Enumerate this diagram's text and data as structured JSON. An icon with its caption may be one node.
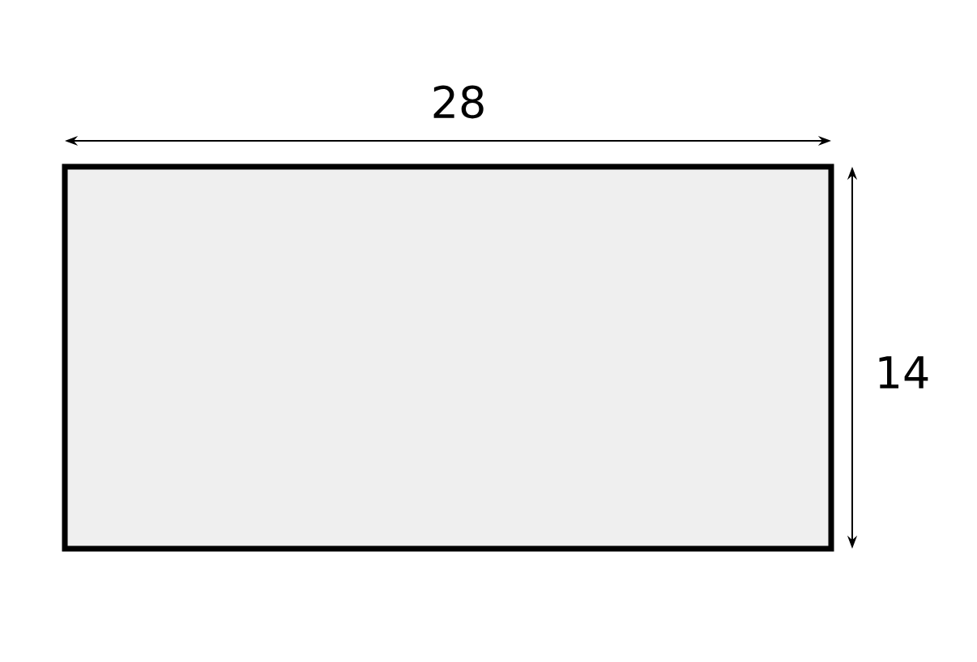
{
  "diagram": {
    "nodes": [
      {
        "text": [],
        "shape": "box"
      }
    ],
    "labels": [
      "28",
      "14"
    ]
  }
}
